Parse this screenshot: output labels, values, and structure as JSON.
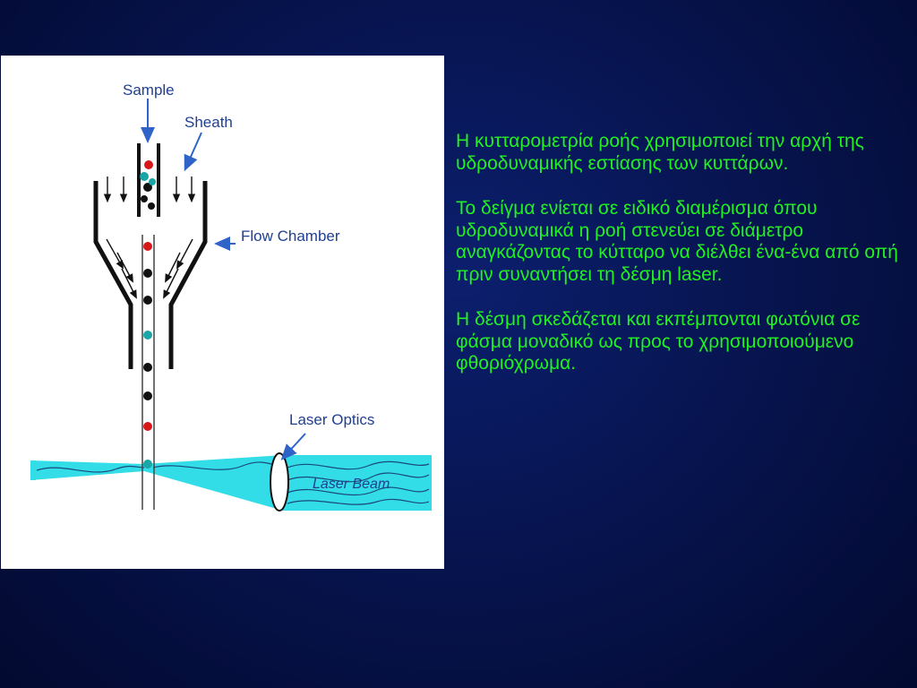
{
  "diagram": {
    "labels": {
      "sample": "Sample",
      "sheath": "Sheath",
      "flow_chamber": "Flow Chamber",
      "laser_optics": "Laser Optics",
      "laser_beam": "Laser Beam"
    },
    "colors": {
      "label": "#1f3f8f",
      "beam": "#33dde8",
      "cell_red": "#d81818",
      "cell_teal": "#1aa6a6",
      "cell_black": "#111111"
    }
  },
  "paragraphs": [
    "Η κυτταρομετρία ροής χρησιμοποιεί την αρχή της υδροδυναμικής εστίασης των κυττάρων.",
    "Το δείγμα ενίεται σε ειδικό διαμέρισμα όπου υδροδυναμικά η ροή στενεύει σε διάμετρο αναγκάζοντας το κύτταρο να διέλθει ένα-ένα από οπή πριν συναντήσει τη δέσμη laser.",
    "Η δέσμη σκεδάζεται και εκπέμπονται φωτόνια σε φάσμα μοναδικό ως προς το χρησιμοποιούμενο φθοριόχρωμα."
  ]
}
